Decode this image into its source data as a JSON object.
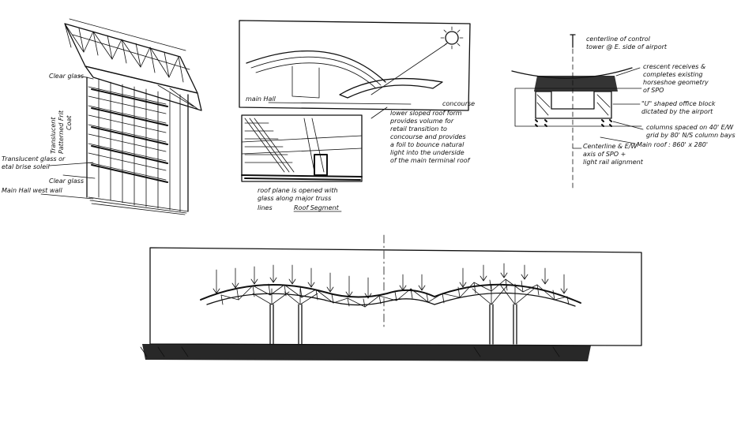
{
  "sketch_left": {
    "labels": {
      "clear_glass_top": "Clear glass",
      "frit_a": "Translucent",
      "frit_b": "Patterned Frit",
      "frit_c": "Coat",
      "brise_a": "Translucent glass or",
      "brise_b": "etal brise soleil",
      "clear_glass_low": "Clear glass",
      "main_hall_wall": "Main Hall west wall"
    }
  },
  "sketch_middle": {
    "labels": {
      "main_hall": "main Hall",
      "concourse": "concourse",
      "roof_note_1": "lower sloped roof form",
      "roof_note_2": "provides volume for",
      "roof_note_3": "retail transition to",
      "roof_note_4": "concourse and provides",
      "roof_note_5": "a foil to bounce natural",
      "roof_note_6": "light into the underside",
      "roof_note_7": "of the main terminal roof",
      "roof_plane_1": "roof plane is opened with",
      "roof_plane_2": "glass along major truss",
      "roof_plane_3": "lines",
      "roof_segment": "Roof Segment"
    }
  },
  "sketch_right": {
    "labels": {
      "tower_1": "centerline of control",
      "tower_2": "tower @ E. side of airport",
      "crescent_1": "crescent receives &",
      "crescent_2": "completes existing",
      "crescent_3": "horseshoe geometry",
      "crescent_4": "of SPO",
      "office_1": "\"U\" shaped office block",
      "office_2": "dictated by the airport",
      "columns_1": "columns spaced on 40' E/W",
      "columns_2": "grid by 80' N/S column bays",
      "main_roof": "Main roof : 860' x 280'",
      "axis_1": "Centerline & E/W",
      "axis_2": "axis of SPO +",
      "axis_3": "light rail alignment"
    }
  }
}
